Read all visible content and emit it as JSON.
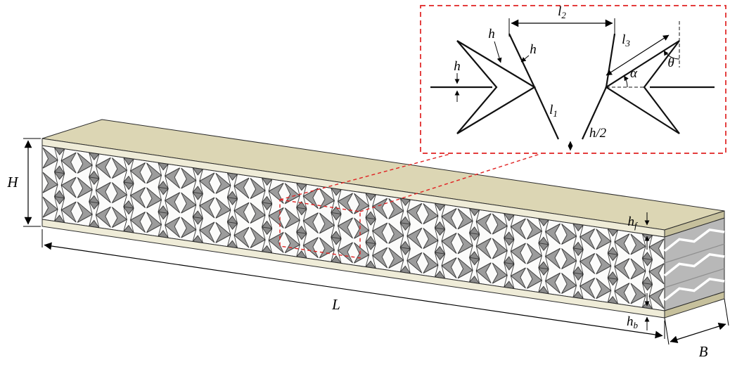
{
  "figure": {
    "kind": "sandwich-beam-with-star-shaped-auxetic-core",
    "accent_color": "#e02222",
    "colors": {
      "face_sheet_top_surface": "#dcd6b4",
      "face_sheet_front": "#efecd8",
      "face_sheet_end": "#c6c09c",
      "core_cell_fill": "#9c9c9c",
      "core_end_face": "#b8b8b8",
      "outline": "#2b2b2b"
    },
    "beam_labels": {
      "height": "H",
      "length": "L",
      "width": "B",
      "face_thickness": {
        "base": "h",
        "sub": "f"
      },
      "bottom_thickness": {
        "base": "h",
        "sub": "b"
      }
    },
    "inset_labels": {
      "l1": {
        "base": "l",
        "sub": "1"
      },
      "l2": {
        "base": "l",
        "sub": "2"
      },
      "l3": {
        "base": "l",
        "sub": "3"
      },
      "wall_thickness_ligament": "h",
      "wall_thickness_arrow_edge": "h",
      "wall_thickness_mid_wall": "h",
      "half_thickness": "h/2",
      "alpha": "α",
      "theta": "θ"
    }
  }
}
